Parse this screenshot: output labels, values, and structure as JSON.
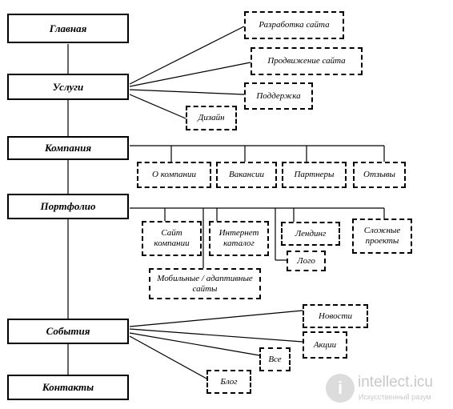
{
  "main": {
    "home": "Главная",
    "services": "Услуги",
    "company": "Компания",
    "portfolio": "Портфолио",
    "events": "События",
    "contacts": "Контакты"
  },
  "services": {
    "web_dev": "Разработка сайта",
    "promotion": "Продвижение сайта",
    "support": "Поддержка",
    "design": "Дизайн"
  },
  "company": {
    "about": "О компании",
    "vacancies": "Вакансии",
    "partners": "Партнеры",
    "reviews": "Отзывы"
  },
  "portfolio": {
    "company_site": "Сайт компании",
    "internet_catalog": "Интернет каталог",
    "landing": "Лендинг",
    "complex_projects": "Сложные проекты",
    "logo": "Лого",
    "mobile_sites": "Мобильные / адаптивные сайты"
  },
  "events": {
    "news": "Новости",
    "promotions": "Акции",
    "all": "Все",
    "blog": "Блог"
  },
  "watermark": {
    "logo_letter": "i",
    "name": "intellect.icu",
    "tagline": "Искусственный разум"
  }
}
